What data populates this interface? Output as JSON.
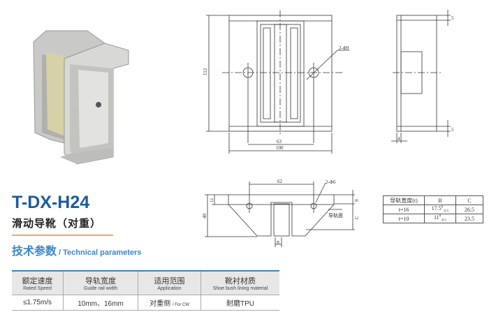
{
  "product": {
    "model": "T-DX-H24",
    "name_cn": "滑动导靴（对重）"
  },
  "section": {
    "title_cn": "技术参数",
    "title_en": "/ Technical parameters"
  },
  "params_table": {
    "headers": [
      {
        "cn": "额定速度",
        "en": "Rated Speed"
      },
      {
        "cn": "导轨宽度",
        "en": "Guide rail width"
      },
      {
        "cn": "适用范围",
        "en": "Application"
      },
      {
        "cn": "靴衬材质",
        "en": "Shoe bush lining material"
      }
    ],
    "row": {
      "speed": "≤1.75m/s",
      "rail_width": "10mm、16mm",
      "application_cn": "对重侧",
      "application_en": "/ For CW",
      "material": "耐磨TPU"
    }
  },
  "dims_table": {
    "headers": [
      "导轨宽度(t)",
      "B",
      "C"
    ],
    "rows": [
      {
        "t": "t=16",
        "b": "17.5",
        "b_tol_up": "0",
        "b_tol_low": "-0.5",
        "c": "26.5"
      },
      {
        "t": "t=10",
        "b": "11",
        "b_tol_up": "0",
        "b_tol_low": "-0.5",
        "c": "23.5"
      }
    ]
  },
  "drawing_labels": {
    "front_height": "112",
    "hole_span": "63",
    "width": "100",
    "holes_top": "2-Φ9",
    "side_top": "5",
    "side_bottom": "5",
    "side_offset": "4",
    "plan_span": "62",
    "plan_holes": "2-Φ6",
    "plan_flange": "12",
    "plan_height": "40",
    "plan_9": "9",
    "plan_c": "C",
    "plan_b": "B",
    "rail_face": "导轨面"
  }
}
